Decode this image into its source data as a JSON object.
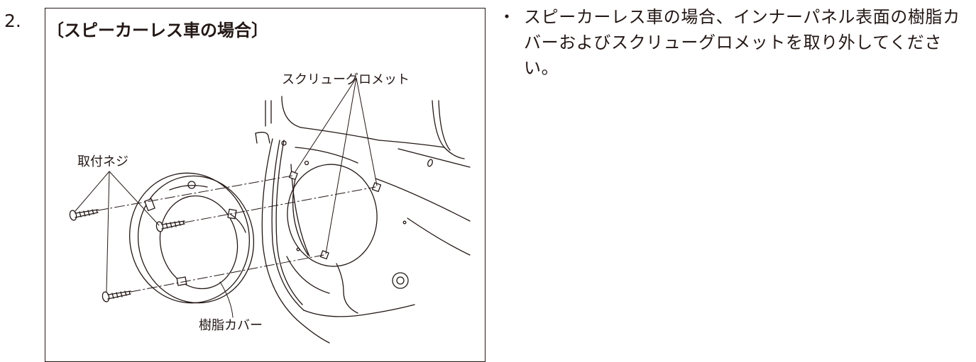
{
  "step": {
    "number": "2."
  },
  "figure": {
    "title": "〔スピーカーレス車の場合〕",
    "labels": {
      "grommet": "スクリューグロメット",
      "screw": "取付ネジ",
      "cover": "樹脂カバー"
    }
  },
  "instruction": {
    "bullet": "・",
    "text": "スピーカーレス車の場合、インナーパネル表面の樹脂カバーおよびスクリューグロメットを取り外してください。"
  }
}
